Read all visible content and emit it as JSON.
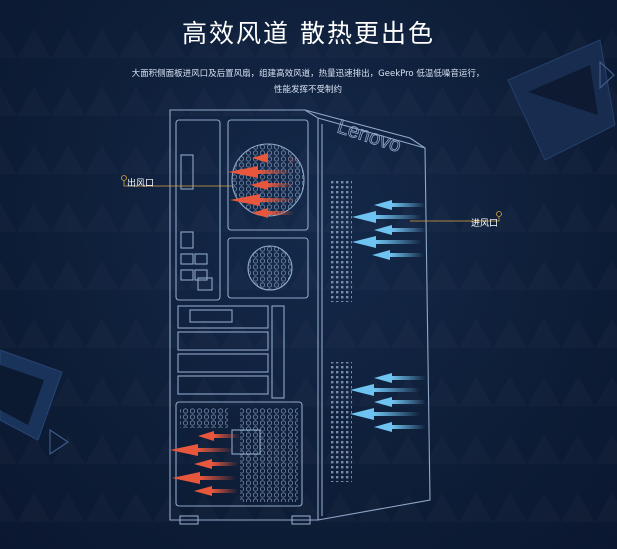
{
  "header": {
    "title": "高效风道 散热更出色",
    "description_line1": "大面积侧面板进风口及后置风扇，组建高效风道，热量迅速排出，GeekPro 低温低噪音运行，",
    "description_line2": "性能发挥不受制约"
  },
  "diagram": {
    "brand_text": "Lenovo",
    "outlet_label": "出风口",
    "inlet_label": "进风口"
  },
  "colors": {
    "background": "#0f1f3a",
    "line": "#8fa7c9",
    "hot_air": "#e8573c",
    "cool_air": "#6fc3f0",
    "callout": "#d9a441"
  }
}
